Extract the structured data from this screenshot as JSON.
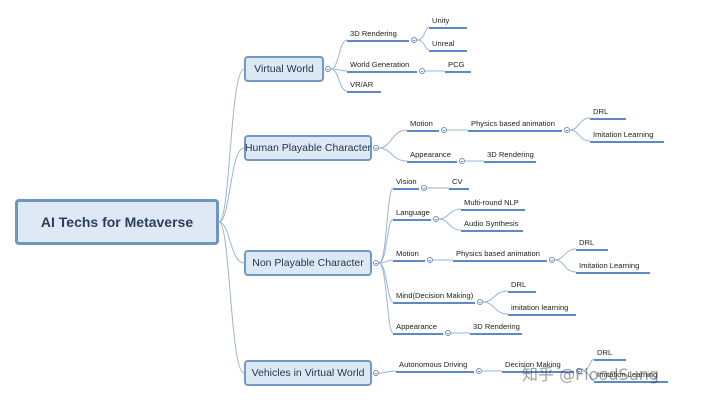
{
  "root": {
    "label": "AI Techs for Metaverse"
  },
  "categories": [
    {
      "label": "Virtual World",
      "children": [
        {
          "label": "3D Rendering",
          "children": [
            {
              "label": "Unity"
            },
            {
              "label": "Unreal"
            }
          ]
        },
        {
          "label": "World Generation",
          "children": [
            {
              "label": "PCG"
            }
          ]
        },
        {
          "label": "VR/AR"
        }
      ]
    },
    {
      "label": "Human Playable Character",
      "children": [
        {
          "label": "Motion",
          "children": [
            {
              "label": "Physics based animation",
              "children": [
                {
                  "label": "DRL"
                },
                {
                  "label": "Imitation Learning"
                }
              ]
            }
          ]
        },
        {
          "label": "Appearance",
          "children": [
            {
              "label": "3D Rendering"
            }
          ]
        }
      ]
    },
    {
      "label": "Non Playable Character",
      "children": [
        {
          "label": "Vision",
          "children": [
            {
              "label": "CV"
            }
          ]
        },
        {
          "label": "Language",
          "children": [
            {
              "label": "Multi-round NLP"
            },
            {
              "label": "Audio Synthesis"
            }
          ]
        },
        {
          "label": "Motion",
          "children": [
            {
              "label": "Physics based animation",
              "children": [
                {
                  "label": "DRL"
                },
                {
                  "label": "Imitation Learning"
                }
              ]
            }
          ]
        },
        {
          "label": "Mind(Decision Making)",
          "children": [
            {
              "label": "DRL"
            },
            {
              "label": "imitation learning"
            }
          ]
        },
        {
          "label": "Appearance",
          "children": [
            {
              "label": "3D Rendering"
            }
          ]
        }
      ]
    },
    {
      "label": "Vehicles in Virtual World",
      "children": [
        {
          "label": "Autonomous Driving",
          "children": [
            {
              "label": "Decision Making",
              "children": [
                {
                  "label": "DRL"
                },
                {
                  "label": "Imitation Learning"
                }
              ]
            }
          ]
        }
      ]
    }
  ],
  "watermark": "知乎 @FloodSung"
}
